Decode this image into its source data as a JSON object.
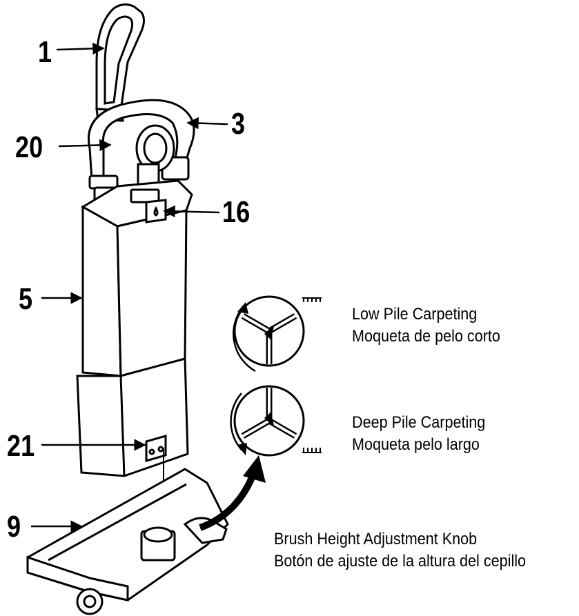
{
  "callouts": {
    "c1": "1",
    "c3": "3",
    "c20": "20",
    "c16": "16",
    "c5": "5",
    "c21": "21",
    "c9": "9"
  },
  "captions": {
    "low_pile_en": "Low Pile Carpeting",
    "low_pile_es": "Moqueta de pelo corto",
    "deep_pile_en": "Deep Pile Carpeting",
    "deep_pile_es": "Moqueta pelo largo",
    "knob_en": "Brush Height Adjustment Knob",
    "knob_es": "Botón de ajuste de la altura del cepillo"
  },
  "colors": {
    "line": "#000000",
    "fill": "#ffffff",
    "shade": "#d9d9d9"
  }
}
